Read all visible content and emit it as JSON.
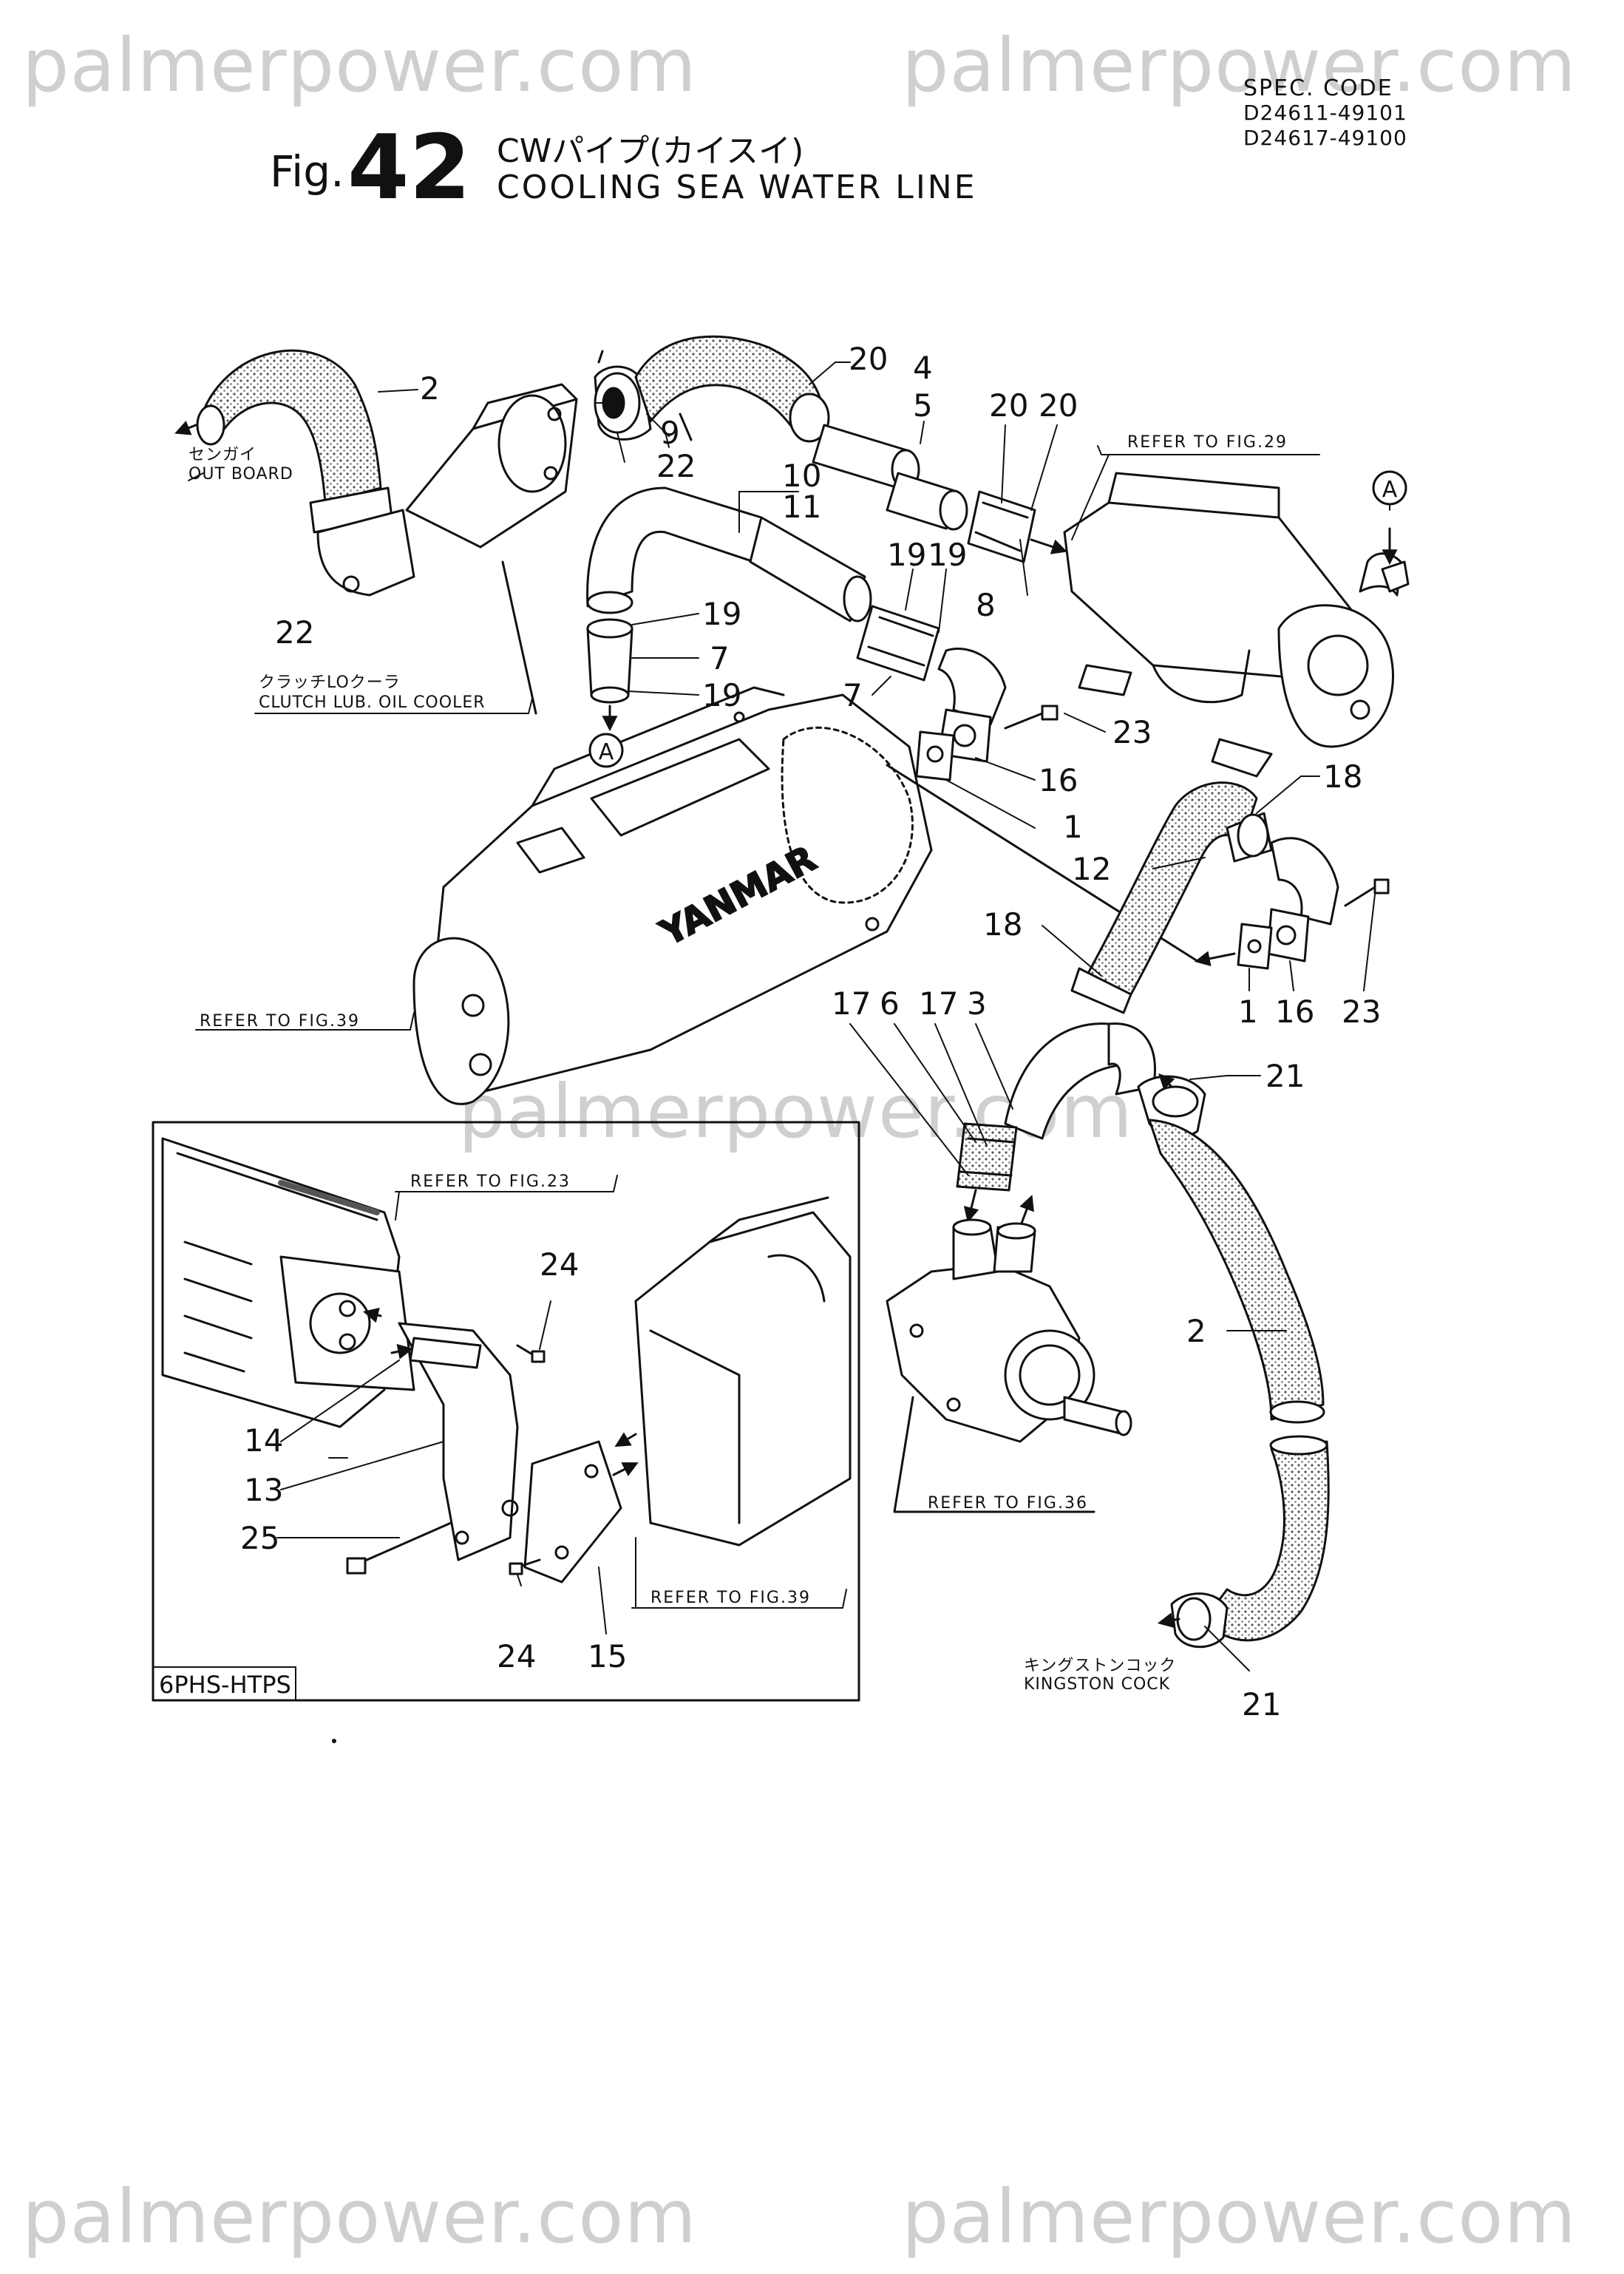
{
  "watermarks": [
    "palmerpower.com",
    "palmerpower.com",
    "palmerpower.com",
    "palmerpower.com",
    "palmerpower.com"
  ],
  "header": {
    "fig_prefix": "Fig.",
    "fig_number": "42",
    "title_jp": "CWパイプ(カイスイ)",
    "title_en": "COOLING SEA WATER LINE",
    "spec_label": "SPEC. CODE",
    "spec_codes": [
      "D24611-49101",
      "D24617-49100"
    ]
  },
  "annotations": {
    "out_board_jp": "センガイ",
    "out_board": "OUT BOARD",
    "cooler_jp": "クラッチLOクーラ",
    "cooler": "CLUTCH LUB. OIL COOLER",
    "kingston_jp": "キングストンコック",
    "kingston": "KINGSTON COCK",
    "circle_a": "A",
    "brand": "YANMAR",
    "inset_label": "6PHS-HTPS"
  },
  "references": {
    "fig29": "REFER TO FIG.29",
    "fig39_main": "REFER TO FIG.39",
    "fig23": "REFER TO FIG.23",
    "fig36": "REFER TO FIG.36",
    "fig39_inset": "REFER TO FIG.39"
  },
  "callouts": {
    "c2_top": "2",
    "c9": "9",
    "c22_a": "22",
    "c22_b": "22",
    "c20_a": "20",
    "c4": "4",
    "c5": "5",
    "c20_b": "20",
    "c20_c": "20",
    "c10": "10",
    "c11": "11",
    "c8": "8",
    "c19_a": "19",
    "c19_b": "19",
    "c19_c": "19",
    "c19_d": "19",
    "c7_a": "7",
    "c7_b": "7",
    "c23_a": "23",
    "c16_a": "16",
    "c1_a": "1",
    "c18_a": "18",
    "c12": "12",
    "c18_b": "18",
    "c1_b": "1",
    "c16_b": "16",
    "c23_b": "23",
    "c17_a": "17",
    "c6": "6",
    "c17_b": "17",
    "c3": "3",
    "c21_a": "21",
    "c2_bottom": "2",
    "c21_b": "21",
    "c24_a": "24",
    "c14": "14",
    "c13": "13",
    "c25": "25",
    "c24_b": "24",
    "c15": "15"
  },
  "colors": {
    "ink": "#111111",
    "watermark": "#cfcfcf",
    "hatch": "#777777"
  }
}
